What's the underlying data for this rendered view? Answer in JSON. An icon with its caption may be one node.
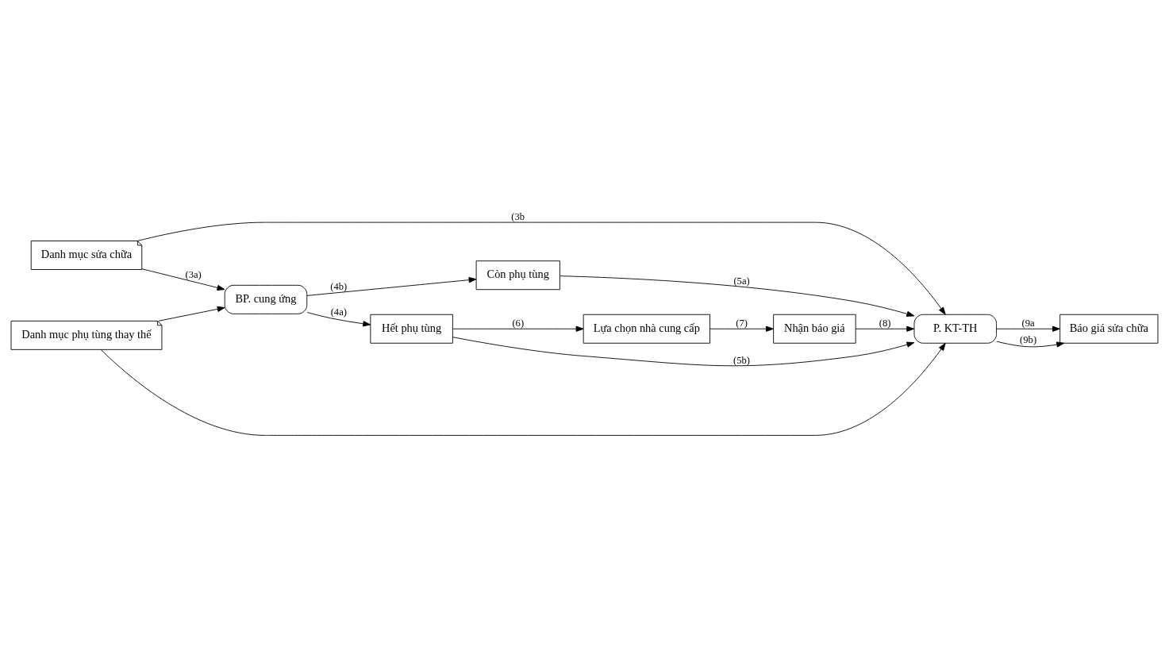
{
  "diagram": {
    "nodes": [
      {
        "text": [
          "Danh mục sửa chữa"
        ]
      },
      {
        "text": [
          "Danh mục phụ tùng thay thế"
        ]
      },
      {
        "text": [
          "BP. cung ứng"
        ]
      },
      {
        "text": [
          "P. KT-TH"
        ]
      },
      {
        "text": [
          "Hết phụ tùng"
        ]
      },
      {
        "text": [
          "Còn phụ tùng"
        ]
      },
      {
        "text": [
          "Lựa chọn nhà cung cấp"
        ]
      },
      {
        "text": [
          "Nhận báo giá"
        ]
      },
      {
        "text": [
          "Báo giá sửa chữa"
        ]
      }
    ],
    "edges": [
      {
        "from": 0,
        "to": 2,
        "arrow": "to",
        "label": "(3a)"
      },
      {
        "from": 1,
        "to": 2,
        "arrow": "to"
      },
      {
        "from": 0,
        "to": 3,
        "arrow": "to",
        "label": "(3b"
      },
      {
        "from": 1,
        "to": 3,
        "arrow": "to"
      },
      {
        "from": 2,
        "to": 4,
        "arrow": "to",
        "label": "(4a)"
      },
      {
        "from": 2,
        "to": 5,
        "arrow": "to",
        "label": "(4b)"
      },
      {
        "from": 4,
        "to": 6,
        "arrow": "to",
        "label": "(6)"
      },
      {
        "from": 6,
        "to": 7,
        "arrow": "to",
        "label": "(7)"
      },
      {
        "from": 4,
        "to": 3,
        "arrow": "to",
        "label": "(5b)"
      },
      {
        "from": 5,
        "to": 3,
        "arrow": "to",
        "label": "(5a)"
      },
      {
        "from": 7,
        "to": 3,
        "arrow": "to",
        "label": "(8)"
      },
      {
        "from": 3,
        "to": 8,
        "arrow": "to",
        "label": "(9a"
      },
      {
        "from": 3,
        "to": 8,
        "arrow": "to",
        "label": "(9b)"
      }
    ]
  }
}
